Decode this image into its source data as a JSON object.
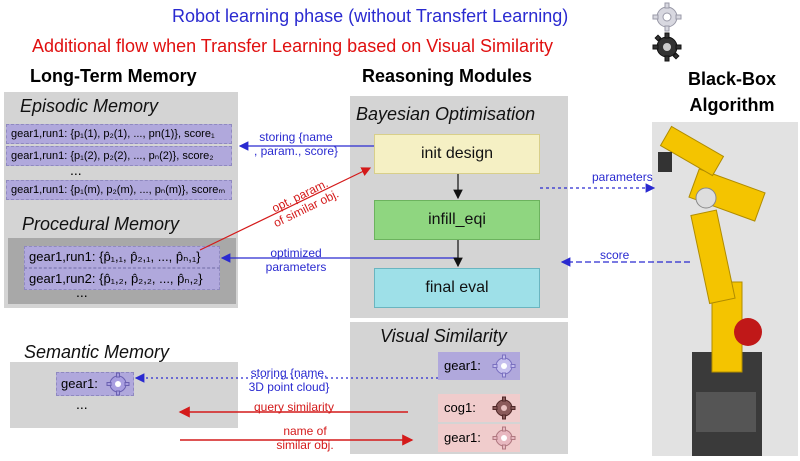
{
  "legend": {
    "line1": "Robot learning phase (without Transfert Learning)",
    "line2": "Additional flow when Transfer Learning based on Visual Similarity",
    "color1": "#2a2ad0",
    "color2": "#e01010",
    "icon1": "gear-light-icon",
    "icon2": "gear-dark-icon"
  },
  "headers": {
    "ltm": "Long-Term Memory",
    "rm": "Reasoning Modules",
    "bb": "Black-Box\nAlgorithm"
  },
  "episodic": {
    "title": "Episodic Memory",
    "rows": [
      "gear1,run1: {p₁(1), p₂(1), ..., pn(1)}, score₁",
      "gear1,run1: {p₁(2), p₂(2), ..., pₙ(2)}, score₂",
      "gear1,run1: {p₁(m), p₂(m), ..., pₙ(m)}, scoreₘ"
    ],
    "dots": "..."
  },
  "procedural": {
    "title": "Procedural Memory",
    "rows": [
      "gear1,run1: {p̂₁,₁, p̂₂,₁, ..., p̂ₙ,₁}",
      "gear1,run2: {p̂₁,₂, p̂₂,₂, ..., p̂ₙ,₂}"
    ],
    "dots": "..."
  },
  "semantic": {
    "title": "Semantic Memory",
    "item": "gear1:",
    "dots": "..."
  },
  "bayes": {
    "title": "Bayesian Optimisation",
    "init": "init design",
    "infill": "infill_eqi",
    "final": "final eval"
  },
  "visual": {
    "title": "Visual Similarity",
    "item1": "gear1:",
    "item2": "cog1:",
    "item3": "gear1:"
  },
  "flows": {
    "storing_name": "storing {name\n, param., score}",
    "opt_param": "opt. param.\nof similar obj.",
    "optimized": "optimized\nparameters",
    "parameters": "parameters",
    "score": "score",
    "storing_cloud": "storing {name,\n3D point cloud}",
    "query": "query similarity",
    "name_similar": "name of\nsimilar obj."
  }
}
